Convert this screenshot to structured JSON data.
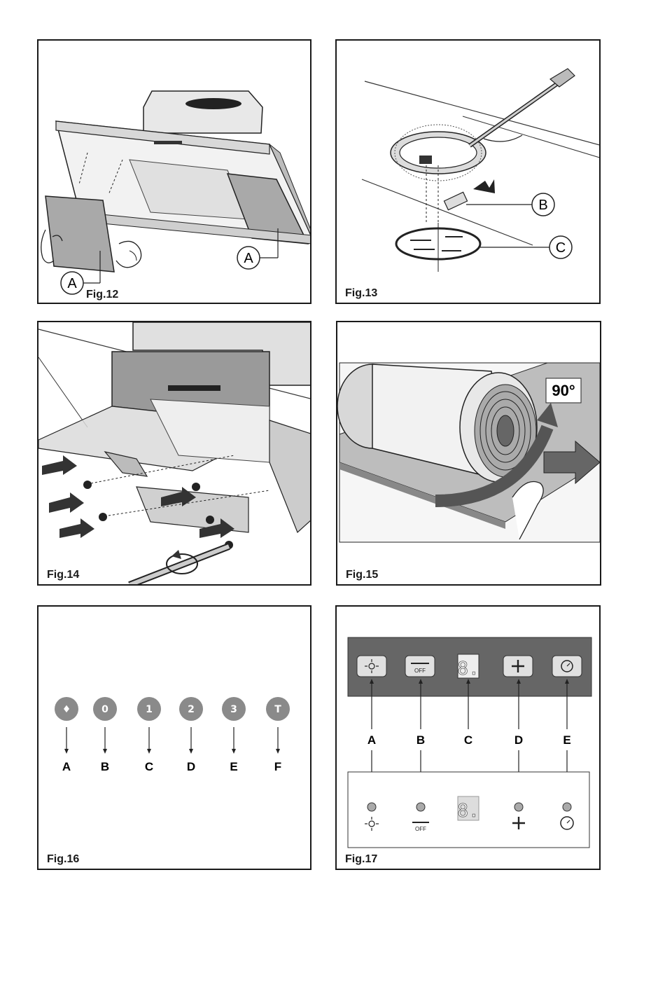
{
  "fig12": {
    "label": "Fig.12",
    "callout_a_left": "A",
    "callout_a_right": "A"
  },
  "fig13": {
    "label": "Fig.13",
    "callout_b": "B",
    "callout_c": "C"
  },
  "fig14": {
    "label": "Fig.14"
  },
  "fig15": {
    "label": "Fig.15",
    "angle": "90°"
  },
  "fig16": {
    "label": "Fig.16",
    "knobs": [
      {
        "symbol": "♦",
        "letter": "A"
      },
      {
        "symbol": "0",
        "letter": "B"
      },
      {
        "symbol": "1",
        "letter": "C"
      },
      {
        "symbol": "2",
        "letter": "D"
      },
      {
        "symbol": "3",
        "letter": "E"
      },
      {
        "symbol": "T",
        "letter": "F"
      }
    ]
  },
  "fig17": {
    "label": "Fig.17",
    "off_text": "OFF",
    "display_digit": "8.",
    "letters": [
      "A",
      "B",
      "C",
      "D",
      "E"
    ]
  }
}
